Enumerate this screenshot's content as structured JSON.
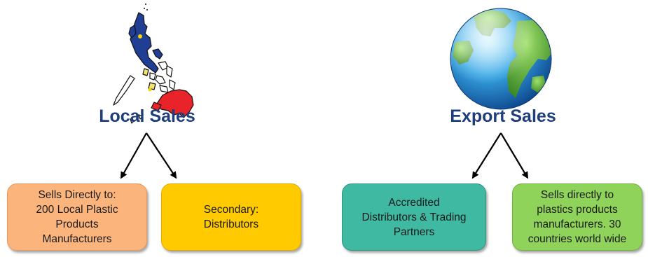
{
  "colors": {
    "heading": "#1f3e7a",
    "box_local_direct": "#fbb57c",
    "box_local_secondary": "#ffcb00",
    "box_export_distributors": "#3fb9a2",
    "box_export_direct": "#8fd35a",
    "arrow": "#000000"
  },
  "local": {
    "icon": "philippines-map-icon",
    "title": "Local Sales",
    "boxes": [
      {
        "lines": [
          "Sells Directly  to:",
          "200 Local Plastic",
          "Products",
          "Manufacturers"
        ]
      },
      {
        "lines": [
          "Secondary:",
          "Distributors"
        ]
      }
    ]
  },
  "export": {
    "icon": "globe-icon",
    "title": "Export Sales",
    "boxes": [
      {
        "lines": [
          "Accredited",
          "Distributors & Trading",
          "Partners"
        ]
      },
      {
        "lines": [
          "Sells directly to",
          "plastics products",
          "manufacturers. 30",
          "countries world wide"
        ]
      }
    ]
  }
}
